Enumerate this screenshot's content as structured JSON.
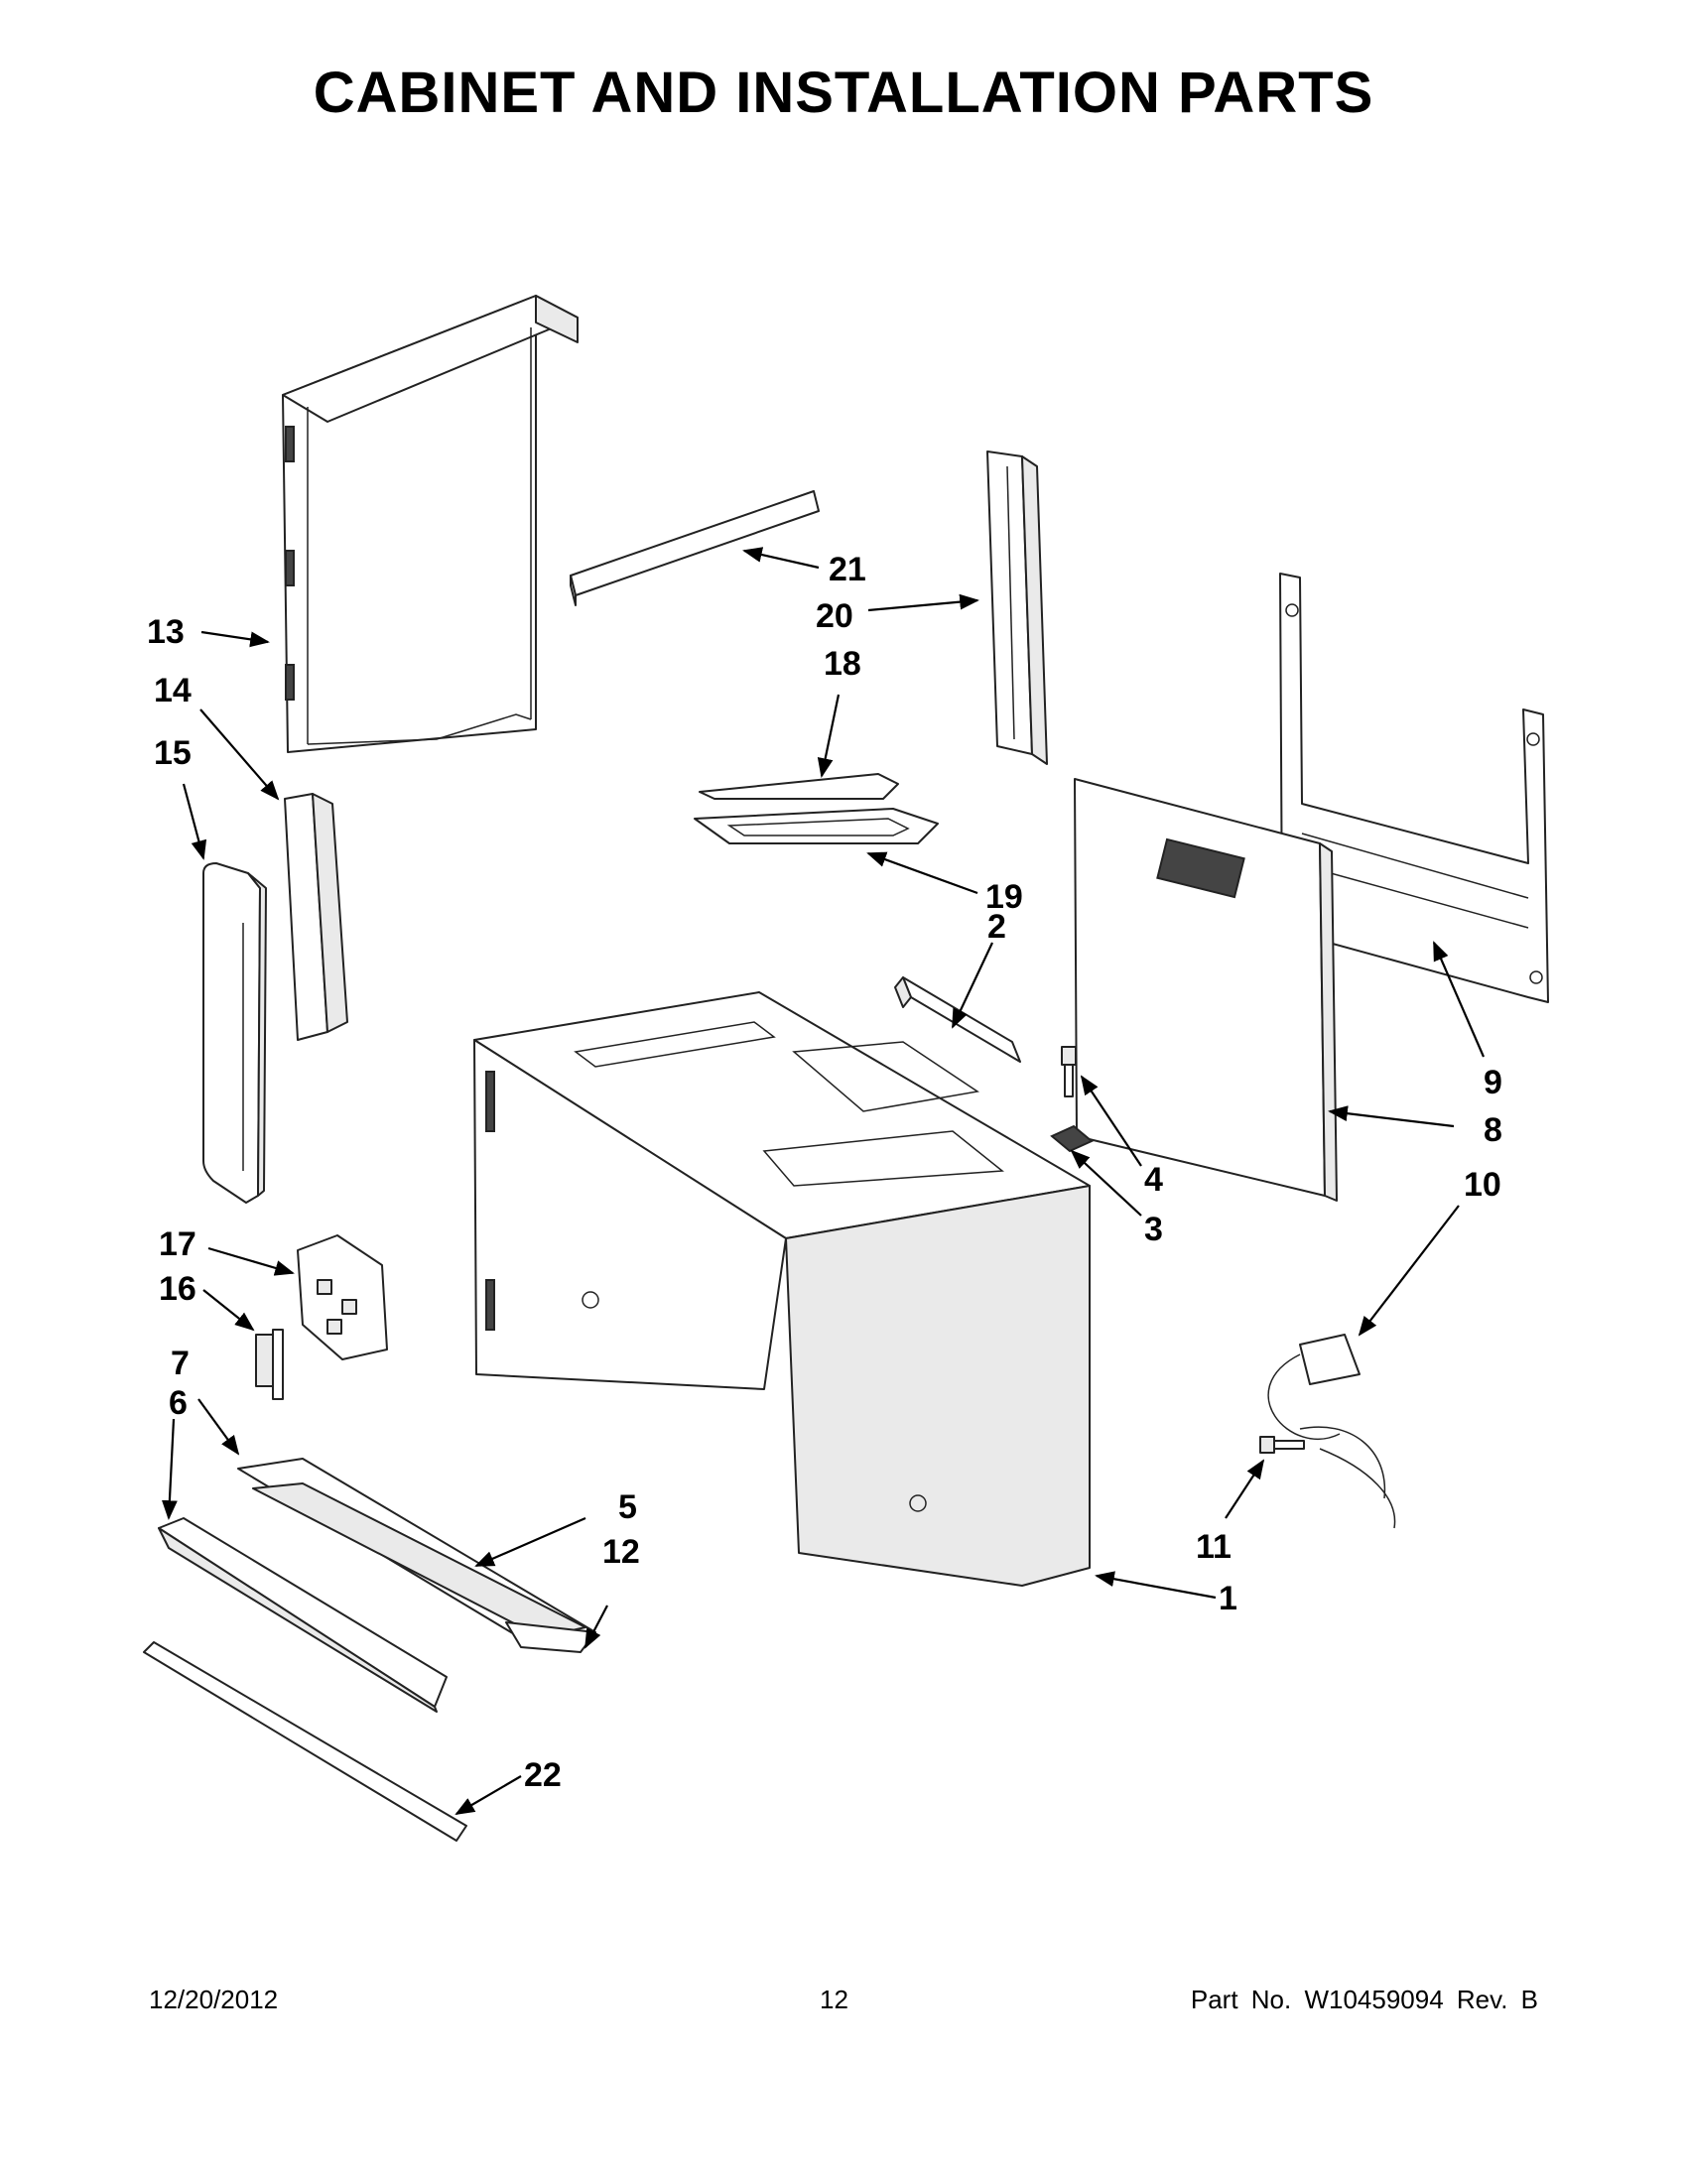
{
  "title": "CABINET AND INSTALLATION PARTS",
  "footer": {
    "date": "12/20/2012",
    "page": "12",
    "part_no": "Part No.  W10459094  Rev.  B"
  },
  "callouts": [
    {
      "id": "1",
      "label": "1"
    },
    {
      "id": "2",
      "label": "2"
    },
    {
      "id": "3",
      "label": "3"
    },
    {
      "id": "4",
      "label": "4"
    },
    {
      "id": "5",
      "label": "5"
    },
    {
      "id": "6",
      "label": "6"
    },
    {
      "id": "7",
      "label": "7"
    },
    {
      "id": "8",
      "label": "8"
    },
    {
      "id": "9",
      "label": "9"
    },
    {
      "id": "10",
      "label": "10"
    },
    {
      "id": "11",
      "label": "11"
    },
    {
      "id": "12",
      "label": "12"
    },
    {
      "id": "13",
      "label": "13"
    },
    {
      "id": "14",
      "label": "14"
    },
    {
      "id": "15",
      "label": "15"
    },
    {
      "id": "16",
      "label": "16"
    },
    {
      "id": "17",
      "label": "17"
    },
    {
      "id": "18",
      "label": "18"
    },
    {
      "id": "19",
      "label": "19"
    },
    {
      "id": "20",
      "label": "20"
    },
    {
      "id": "21",
      "label": "21"
    },
    {
      "id": "22",
      "label": "22"
    }
  ]
}
